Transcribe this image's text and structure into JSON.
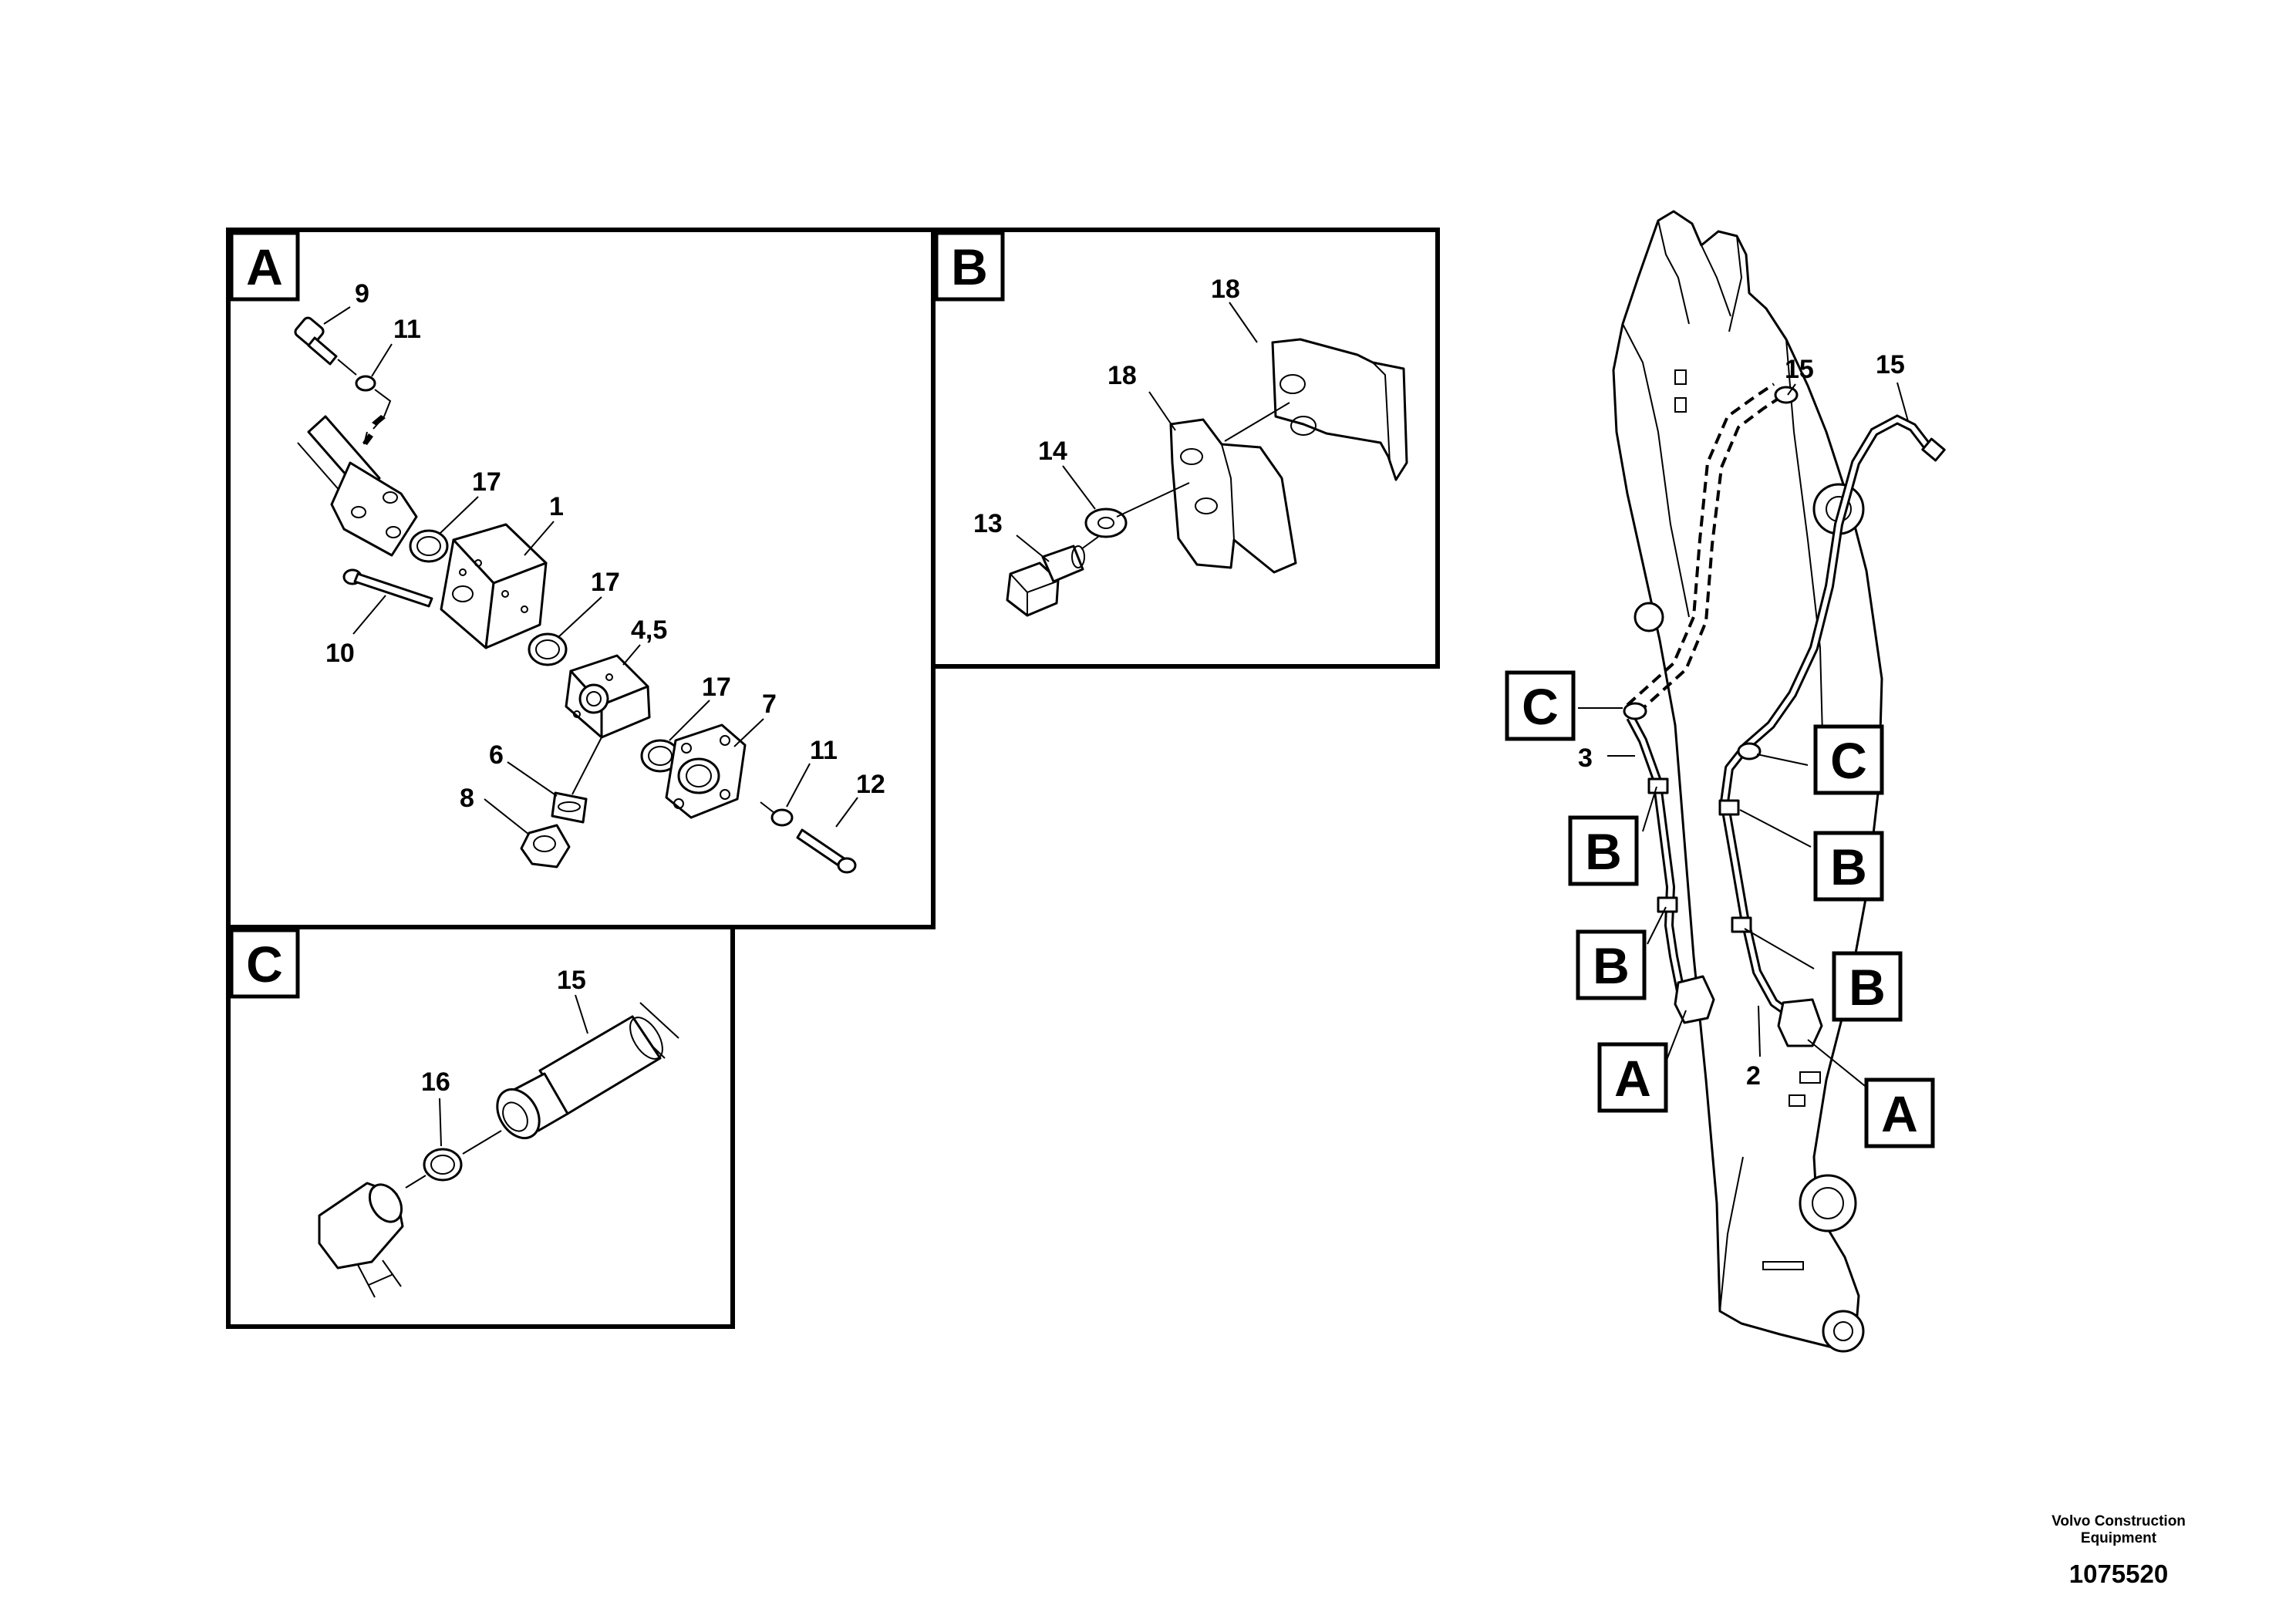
{
  "panels": {
    "A": {
      "tag": "A",
      "callouts": {
        "p9": "9",
        "p11a": "11",
        "p17a": "17",
        "p1": "1",
        "p10": "10",
        "p17b": "17",
        "p45": "4,5",
        "p17c": "17",
        "p7": "7",
        "p6": "6",
        "p8": "8",
        "p11b": "11",
        "p12": "12"
      }
    },
    "B": {
      "tag": "B",
      "callouts": {
        "p18a": "18",
        "p18b": "18",
        "p14": "14",
        "p13": "13"
      }
    },
    "C": {
      "tag": "C",
      "callouts": {
        "p15": "15",
        "p16": "16"
      }
    }
  },
  "overview": {
    "callouts": {
      "p15a": "15",
      "p15b": "15",
      "p3": "3",
      "p2": "2"
    },
    "detail_tags": {
      "c_left": "C",
      "c_right": "C",
      "b1": "B",
      "b2": "B",
      "b3": "B",
      "b4": "B",
      "a_left": "A",
      "a_right": "A"
    }
  },
  "footer": {
    "company_line1": "Volvo Construction",
    "company_line2": "Equipment",
    "document_number": "1075520"
  }
}
